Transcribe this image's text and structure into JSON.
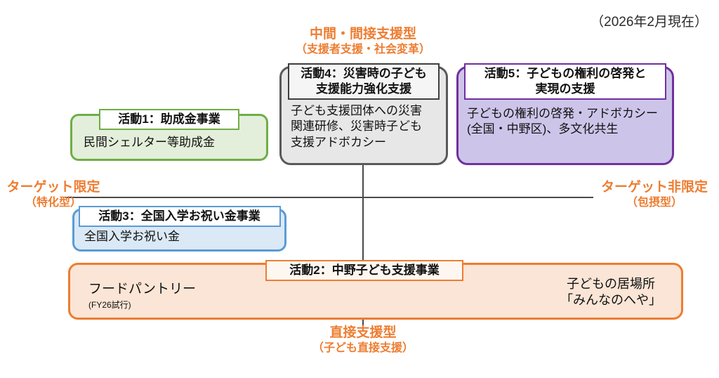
{
  "note_date": "（2026年2月現在）",
  "axes": {
    "top": {
      "line1": "中間・間接支援型",
      "line2": "（支援者支援・社会変革）"
    },
    "bottom": {
      "line1": "直接支援型",
      "line2": "（子ども直接支援）"
    },
    "left": {
      "line1": "ターゲット限定",
      "line2": "（特化型）"
    },
    "right": {
      "line1": "ターゲット非限定",
      "line2": "（包摂型）"
    }
  },
  "activities": {
    "a1": {
      "title": "活動1：助成金事業",
      "body": "民間シェルター等助成金",
      "border_color": "#70ad47",
      "fill_color": "#e3efda"
    },
    "a2": {
      "title": "活動2：中野子ども支援事業",
      "item_left": "フードパントリー",
      "item_left_note": "(FY26試行)",
      "item_right": "子どもの居場所\n「みんなのへや」",
      "border_color": "#ed7d31",
      "fill_color": "#fbe5d6"
    },
    "a3": {
      "title": "活動3：全国入学お祝い金事業",
      "body": "全国入学お祝い金",
      "border_color": "#5b9bd5",
      "fill_color": "#dbe9f6"
    },
    "a4": {
      "title": "活動4：災害時の子ども\n支援能力強化支援",
      "body": "子ども支援団体への災害\n関連研修、災害時子ども\n支援アドボカシー",
      "border_color": "#595959",
      "fill_color": "#e8e7e7"
    },
    "a5": {
      "title": "活動5：子どもの権利の啓発と\n実現の支援",
      "body": "子どもの権利の啓発・アドボカシー\n(全国・中野区)、多文化共生",
      "border_color": "#7030a0",
      "fill_color": "#cdc5e9"
    }
  },
  "colors": {
    "axis_label_orange": "#ed7d31",
    "axis_line": "#4a4a4a",
    "text": "#1a1a1a"
  }
}
